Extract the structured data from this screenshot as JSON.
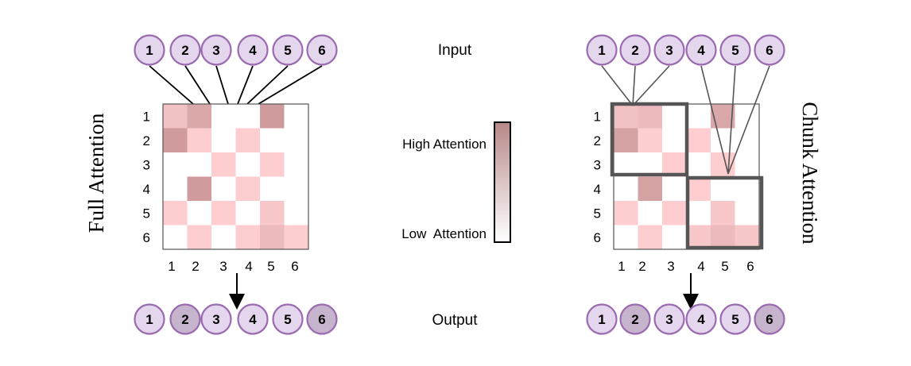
{
  "input_label": "Input",
  "output_label": "Output",
  "full_title": "Full Attention",
  "chunk_title": "Chunk Attention",
  "legend": {
    "high": "High Attention",
    "low": "Low  Attention",
    "high_color": "#b88888",
    "low_color": "#ffffff"
  },
  "tokens": [
    "1",
    "2",
    "3",
    "4",
    "5",
    "6"
  ],
  "row_labels": [
    "1",
    "2",
    "3",
    "4",
    "5",
    "6"
  ],
  "col_labels": [
    "1",
    "2",
    "3",
    "4",
    "5",
    "6"
  ],
  "colors": {
    "node_light": "#e4d6ec",
    "node_dark": "#c6b4cd",
    "node_border": "#9a6bb0",
    "chunk_border": "#555555"
  },
  "full_attention": {
    "input_connections": [
      [
        1,
        1
      ],
      [
        2,
        2
      ],
      [
        3,
        3
      ],
      [
        4,
        3
      ],
      [
        5,
        4
      ],
      [
        6,
        5
      ]
    ],
    "matrix": [
      [
        0.35,
        0.55,
        0,
        0,
        0.65,
        0
      ],
      [
        0.65,
        0.25,
        0,
        0.25,
        0,
        0
      ],
      [
        0,
        0,
        0.25,
        0,
        0.25,
        0
      ],
      [
        0,
        0.65,
        0,
        0.25,
        0,
        0
      ],
      [
        0.25,
        0,
        0.25,
        0,
        0.3,
        0
      ],
      [
        0,
        0.25,
        0,
        0.25,
        0.4,
        0.25
      ]
    ],
    "output_highlight": [
      false,
      true,
      false,
      false,
      false,
      true
    ]
  },
  "chunk_attention": {
    "input_connections": [
      [
        1,
        1
      ],
      [
        2,
        1
      ],
      [
        3,
        1
      ],
      [
        4,
        4
      ],
      [
        5,
        4
      ],
      [
        6,
        4
      ]
    ],
    "chunks": [
      [
        1,
        3
      ],
      [
        4,
        6
      ]
    ],
    "matrix": [
      [
        0.35,
        0.4,
        0,
        0,
        0.55,
        0
      ],
      [
        0.6,
        0.25,
        0,
        0.25,
        0,
        0
      ],
      [
        0,
        0,
        0.25,
        0,
        0.25,
        0
      ],
      [
        0,
        0.6,
        0,
        0.25,
        0,
        0
      ],
      [
        0.25,
        0,
        0.25,
        0,
        0.3,
        0
      ],
      [
        0,
        0.25,
        0,
        0.3,
        0.4,
        0.3
      ]
    ],
    "output_highlight": [
      false,
      true,
      false,
      false,
      false,
      true
    ]
  }
}
